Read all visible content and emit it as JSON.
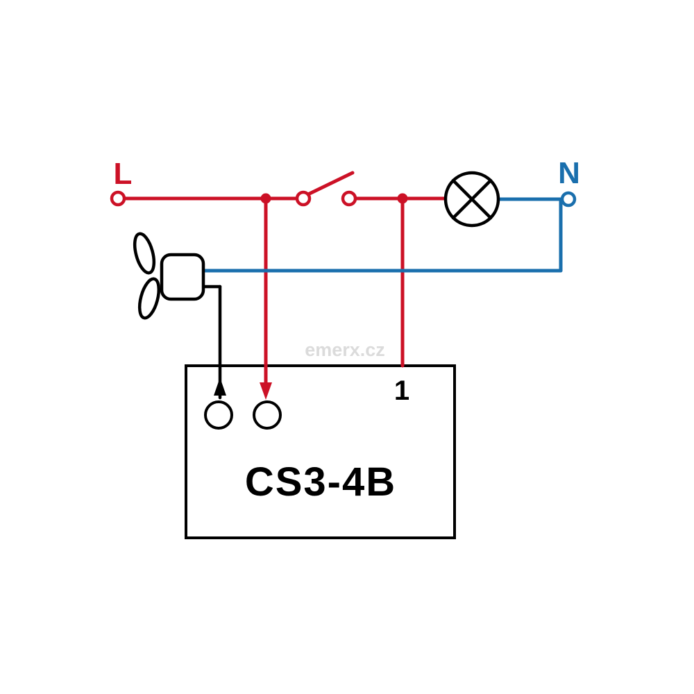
{
  "diagram": {
    "type": "wiring-schematic",
    "device_label": "CS3-4B",
    "labels": {
      "phase": "L",
      "neutral": "N",
      "terminal_1": "1"
    },
    "watermark": "emerx.cz",
    "colors": {
      "phase_red": "#cc1126",
      "neutral_blue": "#1a6fad",
      "ink_black": "#000000",
      "watermark_gray": "#d8d8d8"
    },
    "components": {
      "lamp": "lamp-symbol",
      "fan": "fan-motor-symbol",
      "switch": "single-pole-switch",
      "relay_box": "CS3-4B timer relay box"
    }
  }
}
